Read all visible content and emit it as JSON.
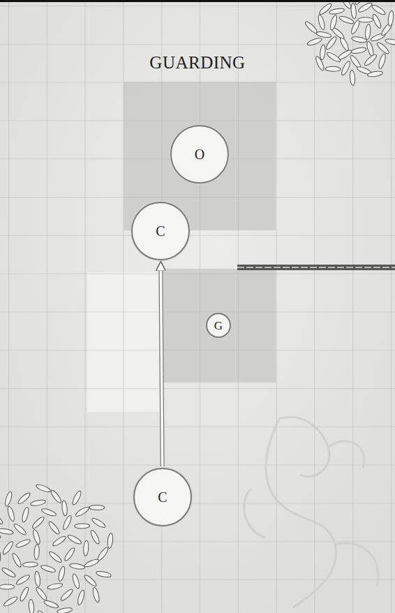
{
  "diagram": {
    "title": "GUARDING",
    "nodes": [
      {
        "text": [
          "O"
        ]
      },
      {
        "text": [
          "C"
        ]
      },
      {
        "text": [
          "G"
        ]
      },
      {
        "text": [
          "C"
        ]
      }
    ],
    "edges": [
      {
        "from": 3,
        "to": 1,
        "arrow": "to"
      }
    ]
  }
}
